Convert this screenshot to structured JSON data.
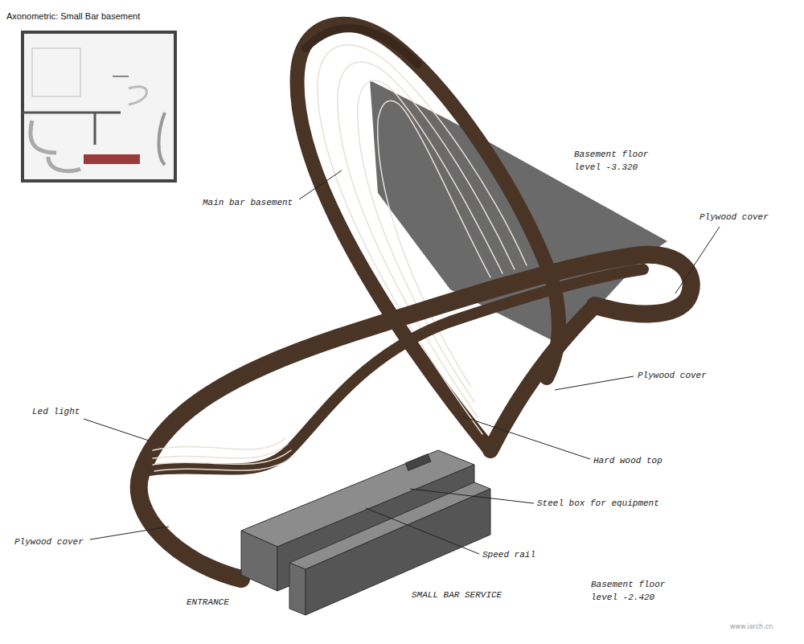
{
  "diagram": {
    "title": "Axonometric: Small Bar basement",
    "labels": [
      "Main bar basement",
      "Basement floor level -3.320",
      "Plywood cover",
      "Plywood cover",
      "Led light",
      "Hard wood top",
      "Steel box for equipment",
      "Speed rail",
      "Plywood cover",
      "ENTRANCE",
      "SMALL BAR SERVICE",
      "Basement floor level -2.420",
      "www.iarch.cn"
    ]
  }
}
